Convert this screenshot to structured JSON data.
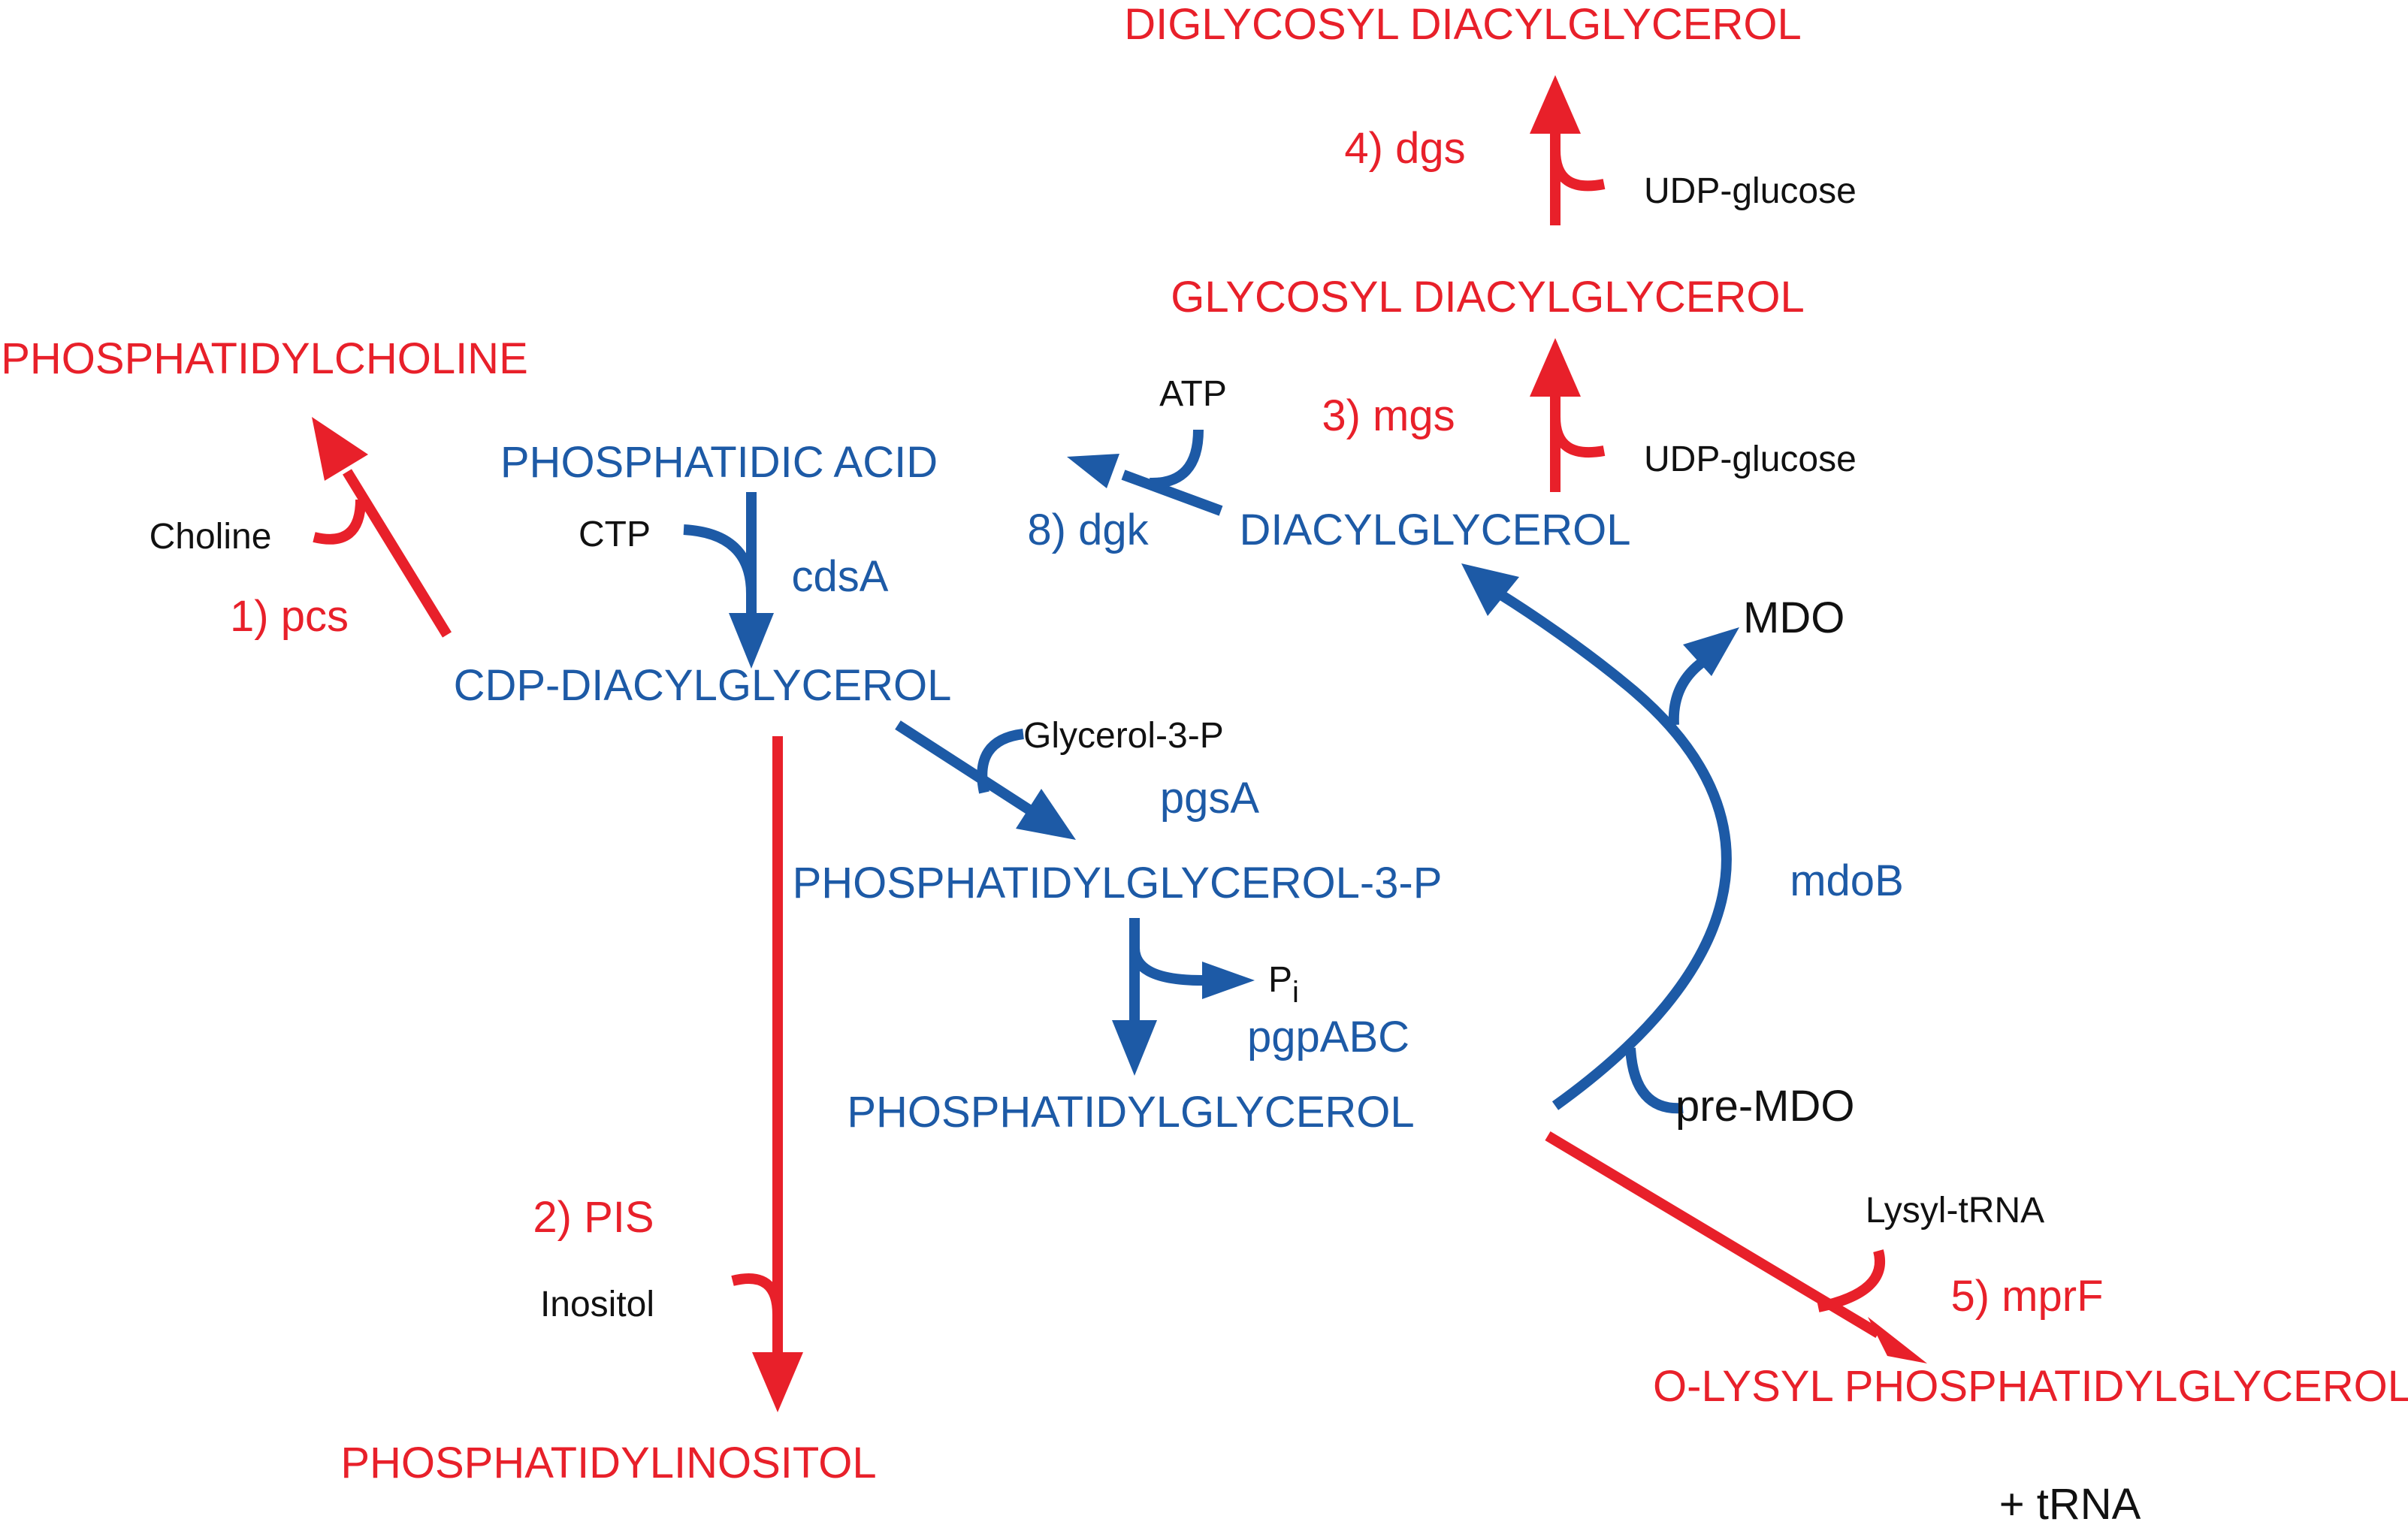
{
  "colors": {
    "product": "#e8202a",
    "core": "#1d5aa6",
    "cosubstrate": "#111111"
  },
  "metabolites": {
    "diglycosyl_dag": "DIGLYCOSYL DIACYLGLYCEROL",
    "glycosyl_dag": "GLYCOSYL DIACYLGLYCEROL",
    "phosphatidylcholine": "PHOSPHATIDYLCHOLINE",
    "phosphatidic_acid": "PHOSPHATIDIC ACID",
    "diacylglycerol": "DIACYLGLYCEROL",
    "cdp_dag": "CDP-DIACYLGLYCEROL",
    "pg3p": "PHOSPHATIDYLGLYCEROL-3-P",
    "pg": "PHOSPHATIDYLGLYCEROL",
    "pi": "PHOSPHATIDYLINOSITOL",
    "lysyl_pg": "O-LYSYL PHOSPHATIDYLGLYCEROL"
  },
  "enzymes": {
    "dgs": "4) dgs",
    "mgs": "3) mgs",
    "dgk": "8) dgk",
    "cdsA": "cdsA",
    "pcs": "1) pcs",
    "pgsA": "pgsA",
    "pgpABC": "pgpABC",
    "mdoB": "mdoB",
    "pis": "2) PIS",
    "mprF": "5) mprF"
  },
  "cosubstrates": {
    "udp_glucose_top": "UDP-glucose",
    "udp_glucose_mid": "UDP-glucose",
    "atp": "ATP",
    "ctp": "CTP",
    "choline": "Choline",
    "glycerol3p": "Glycerol-3-P",
    "pi_base": "P",
    "pi_sub": "i",
    "mdo": "MDO",
    "pre_mdo": "pre-MDO",
    "inositol": "Inositol",
    "lysyl_trna": "Lysyl-tRNA",
    "plus_trna": "+ tRNA"
  }
}
